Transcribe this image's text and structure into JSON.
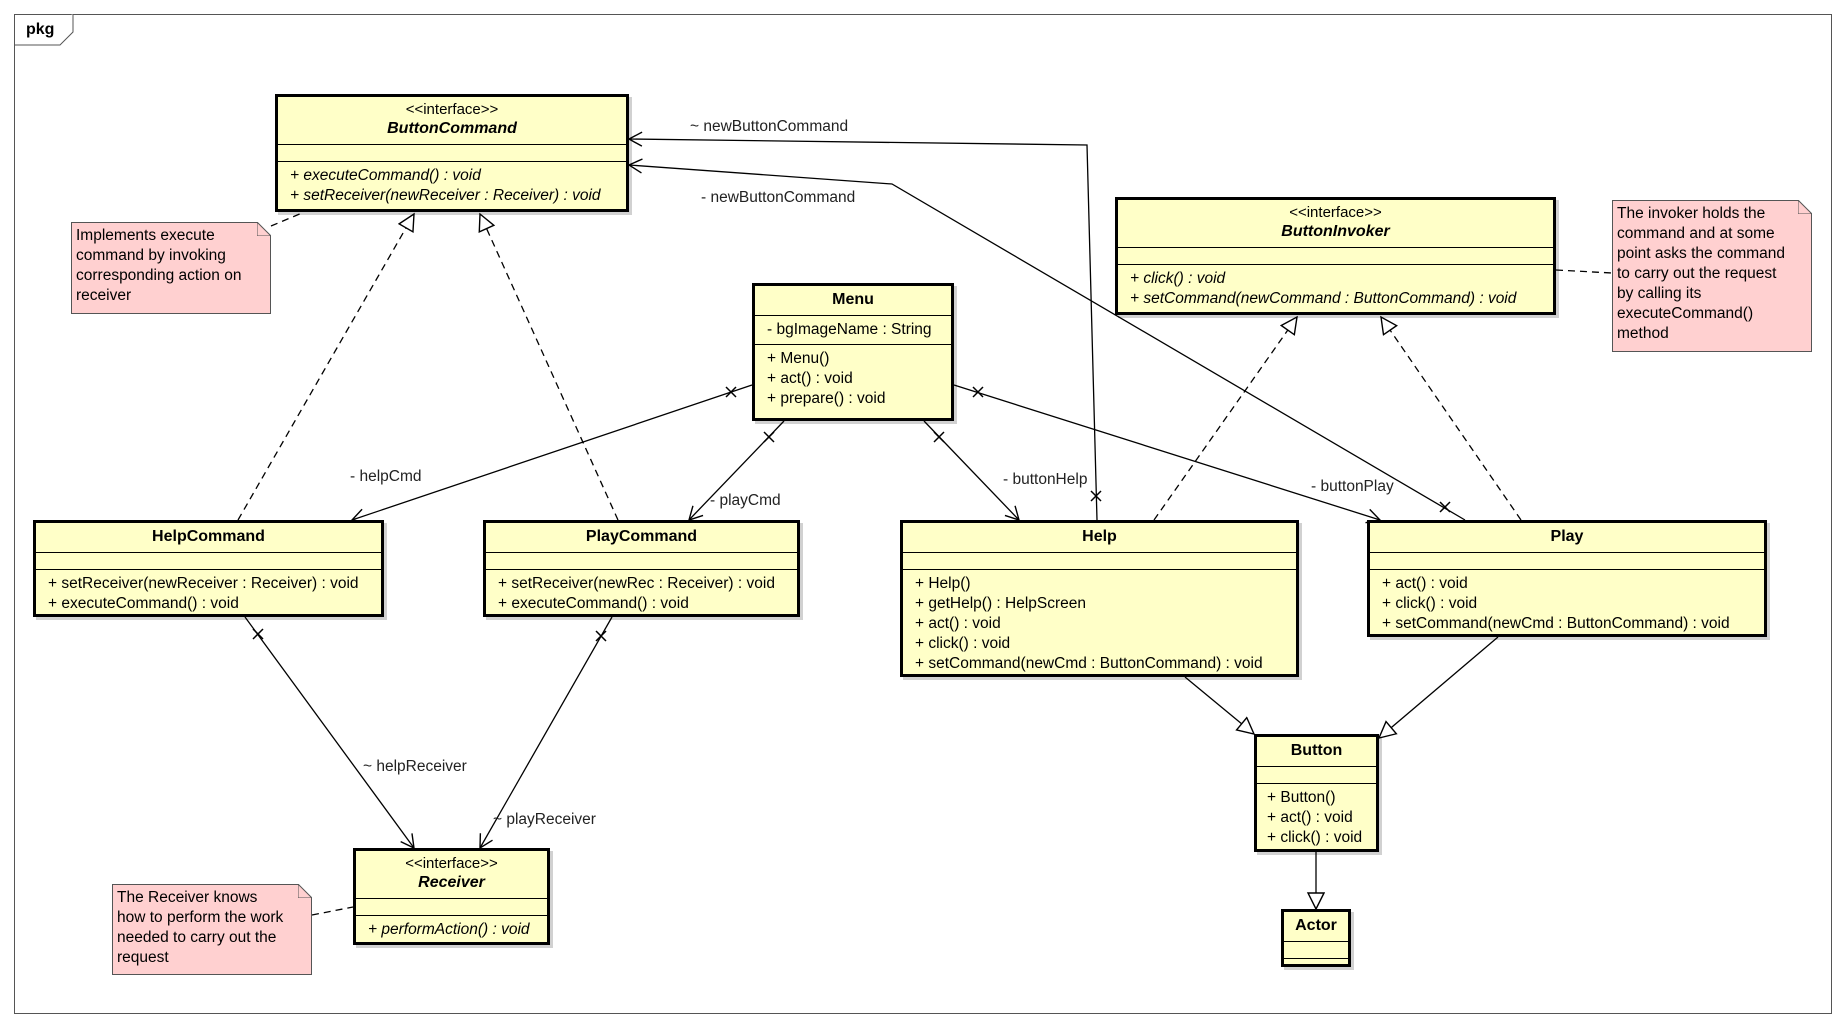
{
  "frame": {
    "label": "pkg"
  },
  "classes": {
    "button_command": {
      "stereotype": "<<interface>>",
      "name": "ButtonCommand",
      "operations": [
        "+ executeCommand() : void",
        "+ setReceiver(newReceiver : Receiver) : void"
      ]
    },
    "button_invoker": {
      "stereotype": "<<interface>>",
      "name": "ButtonInvoker",
      "operations": [
        "+ click() : void",
        "+ setCommand(newCommand : ButtonCommand) : void"
      ]
    },
    "menu": {
      "name": "Menu",
      "attributes": [
        "- bgImageName : String"
      ],
      "operations": [
        "+ Menu()",
        "+ act() : void",
        "+ prepare() : void"
      ]
    },
    "help_command": {
      "name": "HelpCommand",
      "operations": [
        "+ setReceiver(newReceiver : Receiver) : void",
        "+ executeCommand() : void"
      ]
    },
    "play_command": {
      "name": "PlayCommand",
      "operations": [
        "+ setReceiver(newRec : Receiver) : void",
        "+ executeCommand() : void"
      ]
    },
    "help": {
      "name": "Help",
      "operations": [
        "+ Help()",
        "+ getHelp() : HelpScreen",
        "+ act() : void",
        "+ click() : void",
        "+ setCommand(newCmd : ButtonCommand) : void"
      ]
    },
    "play": {
      "name": "Play",
      "operations": [
        "+ act() : void",
        "+ click() : void",
        "+ setCommand(newCmd : ButtonCommand) : void"
      ]
    },
    "receiver": {
      "stereotype": "<<interface>>",
      "name": "Receiver",
      "operations": [
        "+ performAction() : void"
      ]
    },
    "button": {
      "name": "Button",
      "operations": [
        "+ Button()",
        "+ act() : void",
        "+ click() : void"
      ]
    },
    "actor": {
      "name": "Actor"
    }
  },
  "notes": {
    "command_note": [
      "Implements execute",
      "command by invoking",
      "corresponding action on",
      "receiver"
    ],
    "invoker_note": [
      "The invoker holds the",
      "command and at some",
      "point asks the command",
      "to carry out the request",
      "by calling its",
      "executeCommand()",
      "method"
    ],
    "receiver_note": [
      "The Receiver knows",
      "how to perform the work",
      "needed to carry out the",
      "request"
    ]
  },
  "labels": {
    "new_button_command_1": "~ newButtonCommand",
    "new_button_command_2": "- newButtonCommand",
    "help_cmd": "- helpCmd",
    "play_cmd": "- playCmd",
    "button_help": "- buttonHelp",
    "button_play": "- buttonPlay",
    "help_receiver": "~ helpReceiver",
    "play_receiver": "~ playReceiver"
  },
  "colors": {
    "class_fill": "#ffffc8",
    "note_fill": "#ffd0d0",
    "line": "#000000"
  }
}
